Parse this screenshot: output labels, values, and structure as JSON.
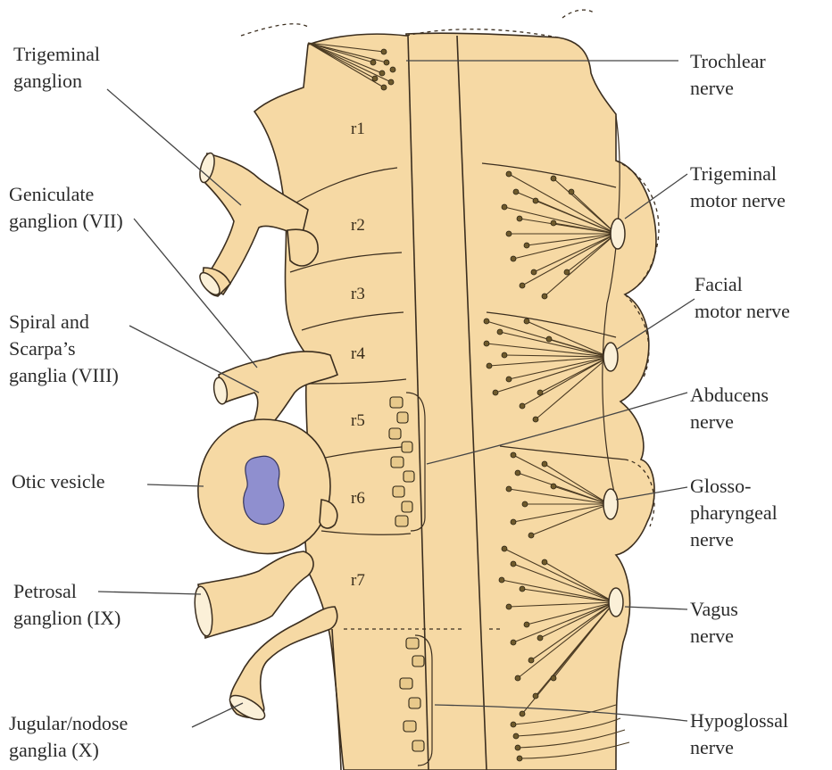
{
  "left_labels": {
    "trigeminal_ganglion": [
      "Trigeminal",
      "ganglion"
    ],
    "geniculate_ganglion": [
      "Geniculate",
      "ganglion (VII)"
    ],
    "spiral_scarpa": [
      "Spiral and",
      "Scarpa’s",
      "ganglia (VIII)"
    ],
    "otic_vesicle": [
      "Otic vesicle"
    ],
    "petrosal_ganglion": [
      "Petrosal",
      "ganglion (IX)"
    ],
    "jugular_nodose": [
      "Jugular/nodose",
      "ganglia (X)"
    ]
  },
  "right_labels": {
    "trochlear": [
      "Trochlear",
      "nerve"
    ],
    "trigeminal_motor": [
      "Trigeminal",
      "motor  nerve"
    ],
    "facial_motor": [
      "Facial",
      "motor nerve"
    ],
    "abducens": [
      "Abducens",
      "nerve"
    ],
    "glossopharyngeal": [
      "Glosso-",
      "pharyngeal",
      "nerve"
    ],
    "vagus": [
      "Vagus",
      "nerve"
    ],
    "hypoglossal": [
      "Hypoglossal",
      "nerve"
    ]
  },
  "rhombomeres": [
    "r1",
    "r2",
    "r3",
    "r4",
    "r5",
    "r6",
    "r7"
  ],
  "colors": {
    "tissue": "#f6d9a4",
    "outline": "#3b2e1f",
    "otic_lumen": "#8f8fcf",
    "neuron": "#6e5a2c"
  }
}
